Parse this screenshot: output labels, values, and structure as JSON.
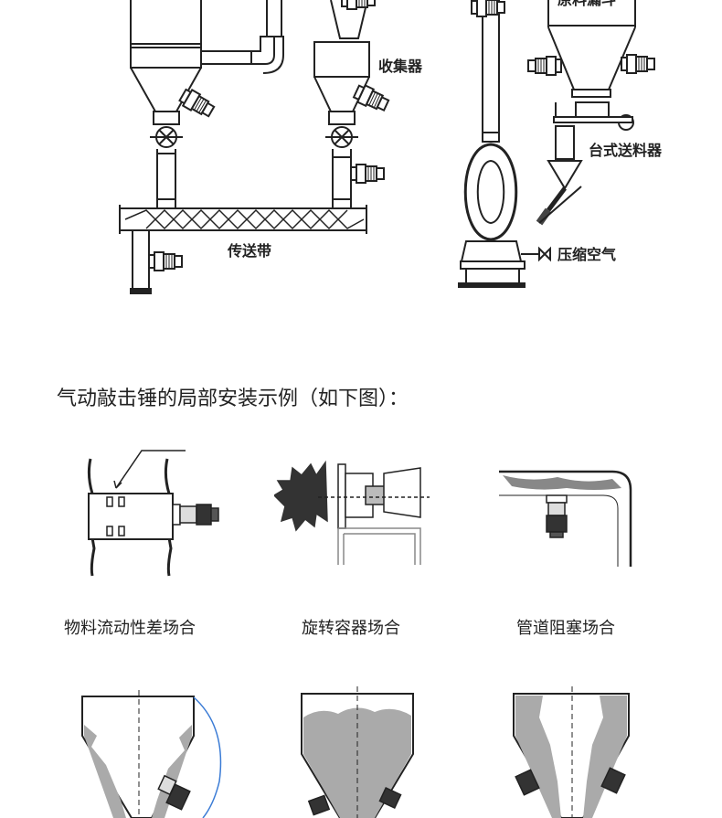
{
  "diagram": {
    "labels": {
      "collector": "收集器",
      "conveyor": "传送带",
      "raw_hopper": "原料漏斗",
      "table_feeder": "台式送料器",
      "compressed_air": "压缩空气"
    }
  },
  "section": {
    "heading": "气动敲击锤的局部安装示例（如下图）："
  },
  "examples": [
    {
      "caption": "物料流动性差场合"
    },
    {
      "caption": "旋转容器场合"
    },
    {
      "caption": "管道阻塞场合"
    }
  ]
}
